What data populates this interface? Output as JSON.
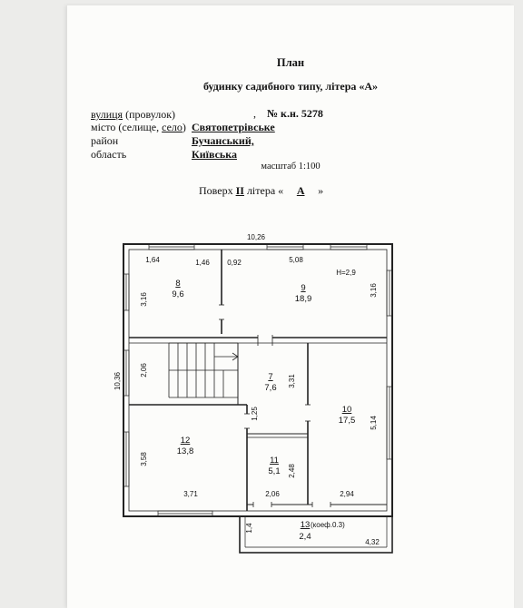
{
  "document": {
    "title": "План",
    "subtitle": "будинку садибного типу, літера «А»",
    "address": {
      "street_label_1": "вулиця",
      "street_label_2": " (провулок)",
      "comma": ",",
      "number_label": "№ к.н. 5278",
      "city_label_1": "місто (селище, ",
      "city_label_2": "село",
      "city_label_3": ")",
      "city_value": "Святопетрівське",
      "district_label": "район",
      "district_value": "Бучанський,",
      "region_label": "область",
      "region_value": "Київська"
    },
    "scale": "масштаб 1:100",
    "floor": {
      "prefix": "Поверх",
      "number": "II",
      "letter_label": "літера «",
      "letter": "А",
      "suffix": "»"
    }
  },
  "plan": {
    "dimensions": {
      "total_width": "10,26",
      "total_height": "10,36",
      "top_1": "1,64",
      "top_2": "1,46",
      "top_3": "0,92",
      "top_4": "5,08",
      "ceiling_height": "H=2,9",
      "left_room8": "3,16",
      "right_room9": "3,16",
      "stair_height": "2,06",
      "room7_height": "3,31",
      "corridor": "1,25",
      "room10_height": "5,14",
      "room12_height": "3,58",
      "room11_height": "2,48",
      "bottom_1": "3,71",
      "bottom_2": "2,06",
      "bottom_3": "2,94",
      "balcony_depth": "1,4",
      "balcony_width": "4,32"
    },
    "rooms": [
      {
        "number": "8",
        "area": "9,6"
      },
      {
        "number": "9",
        "area": "18,9"
      },
      {
        "number": "7",
        "area": "7,6"
      },
      {
        "number": "10",
        "area": "17,5"
      },
      {
        "number": "12",
        "area": "13,8"
      },
      {
        "number": "11",
        "area": "5,1"
      },
      {
        "number": "13",
        "area": "2,4",
        "note": "(коеф.0.3)"
      }
    ]
  }
}
